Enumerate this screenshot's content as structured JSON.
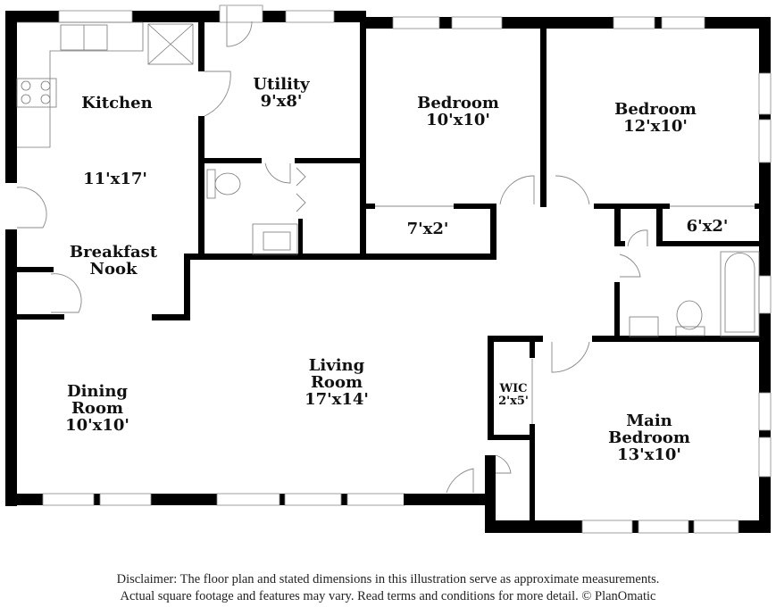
{
  "rooms": {
    "kitchen": {
      "name": "Kitchen",
      "dims": "11'x17'"
    },
    "utility": {
      "name": "Utility",
      "dims": "9'x8'"
    },
    "bedroom2": {
      "name": "Bedroom",
      "dims": "10'x10'"
    },
    "bedroom3": {
      "name": "Bedroom",
      "dims": "12'x10'"
    },
    "closet2": {
      "dims": "7'x2'"
    },
    "closet3": {
      "dims": "6'x2'"
    },
    "breakfast_nook": {
      "name_line1": "Breakfast",
      "name_line2": "Nook"
    },
    "dining_room": {
      "name_line1": "Dining",
      "name_line2": "Room",
      "dims": "10'x10'"
    },
    "living_room": {
      "name_line1": "Living",
      "name_line2": "Room",
      "dims": "17'x14'"
    },
    "wic": {
      "name": "WIC",
      "dims": "2'x5'"
    },
    "main_bedroom": {
      "name_line1": "Main",
      "name_line2": "Bedroom",
      "dims": "13'x10'"
    }
  },
  "disclaimer": {
    "line1": "Disclaimer: The floor plan and stated dimensions in this illustration serve as approximate measurements.",
    "line2": "Actual square footage and features may vary. Read terms and conditions for more detail. © PlanOmatic"
  }
}
